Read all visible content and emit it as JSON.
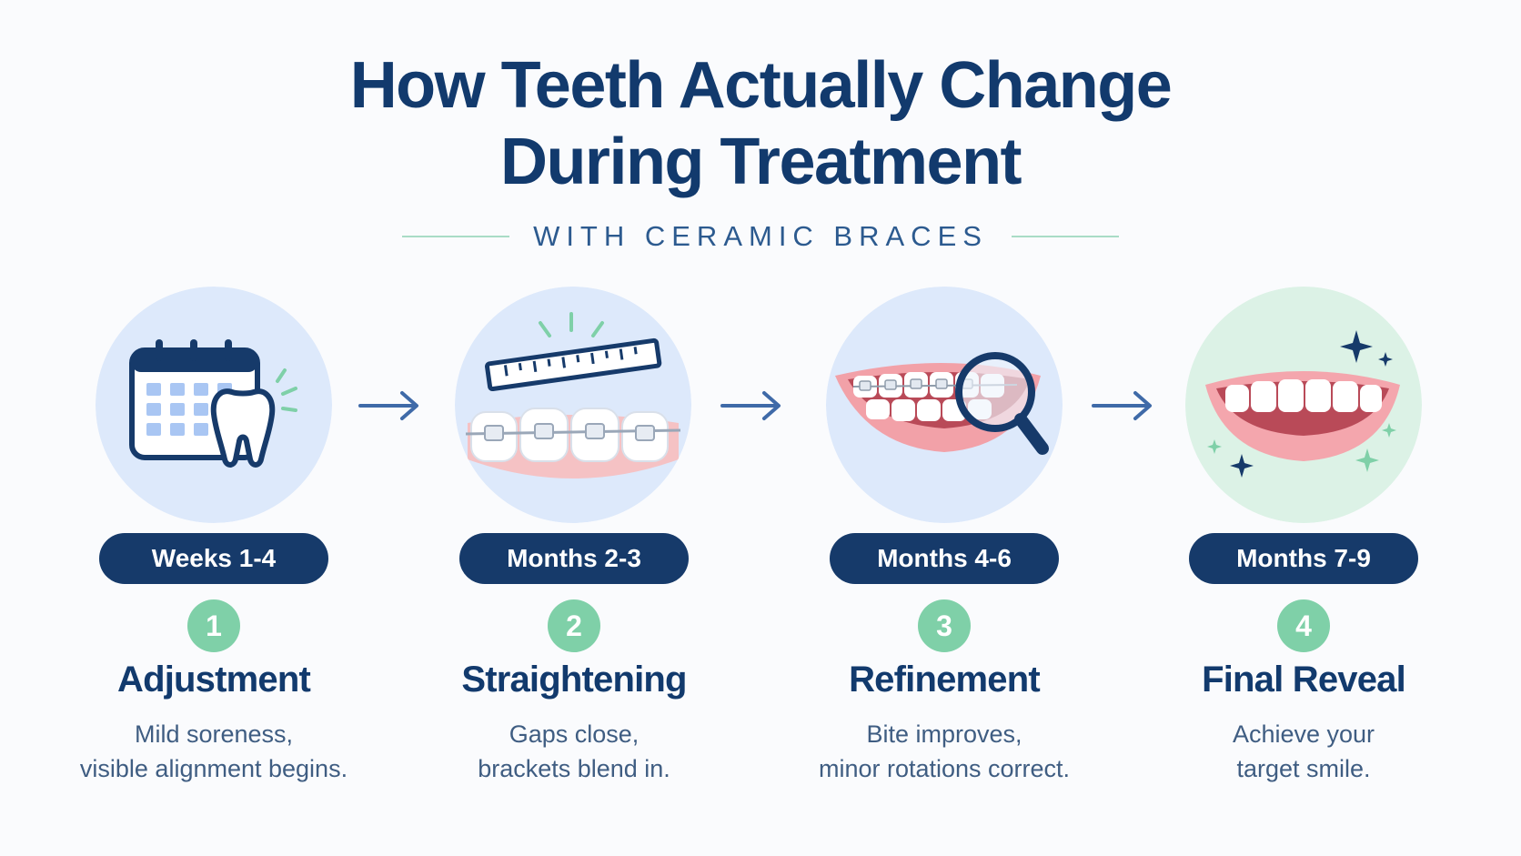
{
  "title": {
    "line1": "How Teeth Actually Change",
    "line2": "During Treatment"
  },
  "subtitle": "WITH CERAMIC BRACES",
  "colors": {
    "navy": "#123a6d",
    "pill": "#163a6a",
    "mint": "#7fd0a8",
    "arrow": "#3f6aa8",
    "circle_blue": "#dde9fb",
    "circle_green": "#dcf2e6"
  },
  "stages": [
    {
      "period": "Weeks 1-4",
      "number": "1",
      "name": "Adjustment",
      "desc_line1": "Mild soreness,",
      "desc_line2": "visible alignment begins.",
      "icon": "calendar-tooth-icon"
    },
    {
      "period": "Months 2-3",
      "number": "2",
      "name": "Straightening",
      "desc_line1": "Gaps close,",
      "desc_line2": "brackets blend in.",
      "icon": "ruler-braces-icon"
    },
    {
      "period": "Months 4-6",
      "number": "3",
      "name": "Refinement",
      "desc_line1": "Bite improves,",
      "desc_line2": "minor rotations correct.",
      "icon": "smile-magnifier-icon"
    },
    {
      "period": "Months 7-9",
      "number": "4",
      "name": "Final Reveal",
      "desc_line1": "Achieve your",
      "desc_line2": "target smile.",
      "icon": "sparkle-smile-icon"
    }
  ]
}
